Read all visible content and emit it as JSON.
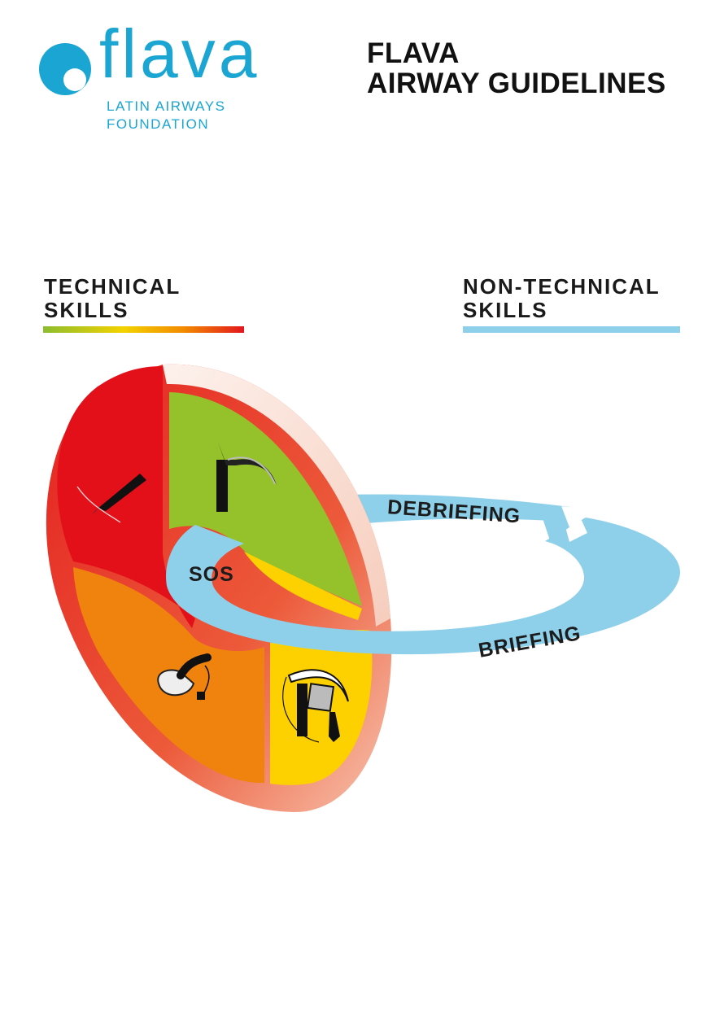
{
  "logo": {
    "wordmark": "flava",
    "subtitle_line1": "LATIN AIRWAYS",
    "subtitle_line2": "FOUNDATION"
  },
  "title": {
    "line1": "FLAVA",
    "line2": "AIRWAY GUIDELINES"
  },
  "technical": {
    "line1": "TECHNICAL",
    "line2": "SKILLS"
  },
  "non_technical": {
    "line1": "NON-TECHNICAL",
    "line2": "SKILLS"
  },
  "ring": {
    "debriefing": "DEBRIEFING",
    "briefing": "BRIEFING",
    "center": "SOS"
  },
  "icons": {
    "red": "scalpel-icon",
    "green": "laryngoscope-icon",
    "orange": "supraglottic-device-icon",
    "yellow": "videolaryngoscope-icon"
  },
  "colors": {
    "brand": "#1aa5d3",
    "ring": "#8ed0ea",
    "red": "#e3101a",
    "green": "#95c12b",
    "orange": "#f0820e",
    "yellow": "#fdd100"
  }
}
